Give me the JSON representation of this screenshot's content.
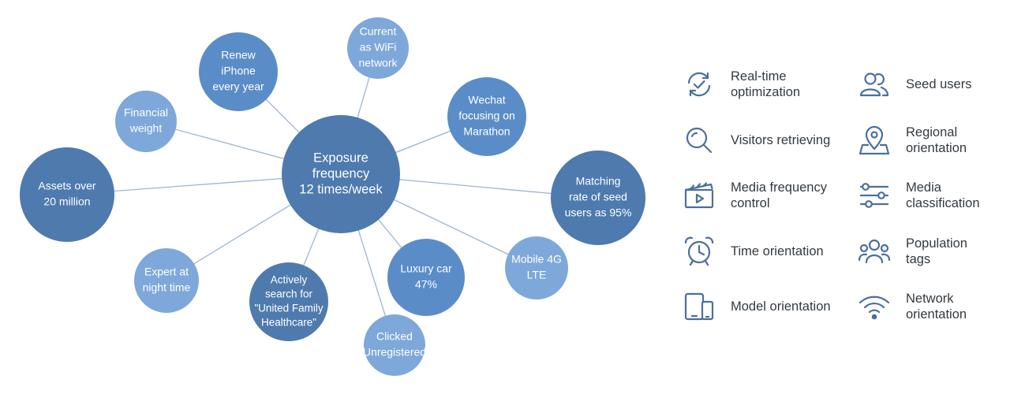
{
  "colors": {
    "dark": "#4e7aae",
    "medium": "#5a8dc8",
    "light": "#7ea8d9",
    "line": "#9eb5cf",
    "icon": "#4a6f9e",
    "label_text": "#333a40"
  },
  "center": {
    "lines": [
      "Exposure",
      "frequency",
      "12 times/week"
    ],
    "tone": "dark"
  },
  "bubbles": [
    {
      "id": "assets",
      "lines": [
        "Assets over",
        "20 million"
      ],
      "tone": "dark"
    },
    {
      "id": "financial",
      "lines": [
        "Financial",
        "weight"
      ],
      "tone": "light"
    },
    {
      "id": "renew",
      "lines": [
        "Renew",
        "iPhone",
        "every year"
      ],
      "tone": "medium"
    },
    {
      "id": "wifi",
      "lines": [
        "Current",
        "as WiFi",
        "network"
      ],
      "tone": "light"
    },
    {
      "id": "wechat",
      "lines": [
        "Wechat",
        "focusing on",
        "Marathon"
      ],
      "tone": "medium"
    },
    {
      "id": "matching",
      "lines": [
        "Matching",
        "rate of seed",
        "users as 95%"
      ],
      "tone": "dark"
    },
    {
      "id": "mobile",
      "lines": [
        "Mobile 4G",
        "LTE"
      ],
      "tone": "light"
    },
    {
      "id": "luxury",
      "lines": [
        "Luxury car",
        "47%"
      ],
      "tone": "medium"
    },
    {
      "id": "clicked",
      "lines": [
        "Clicked",
        "Unregistered"
      ],
      "tone": "light"
    },
    {
      "id": "actively",
      "lines": [
        "Actively",
        "search for",
        "\"United Family",
        "Healthcare\""
      ],
      "tone": "dark"
    },
    {
      "id": "expert",
      "lines": [
        "Expert at",
        "night time"
      ],
      "tone": "light"
    }
  ],
  "legend": [
    {
      "icon": "refresh-check-icon",
      "label": "Real-time optimization"
    },
    {
      "icon": "users-icon",
      "label": "Seed users"
    },
    {
      "icon": "search-icon",
      "label": "Visitors retrieving"
    },
    {
      "icon": "map-pin-icon",
      "label": "Regional orientation"
    },
    {
      "icon": "media-icon",
      "label": "Media frequency control"
    },
    {
      "icon": "sliders-icon",
      "label": "Media classification"
    },
    {
      "icon": "alarm-clock-icon",
      "label": "Time orientation"
    },
    {
      "icon": "population-icon",
      "label": "Population tags"
    },
    {
      "icon": "devices-icon",
      "label": "Model orientation"
    },
    {
      "icon": "wifi-icon",
      "label": "Network orientation"
    }
  ]
}
